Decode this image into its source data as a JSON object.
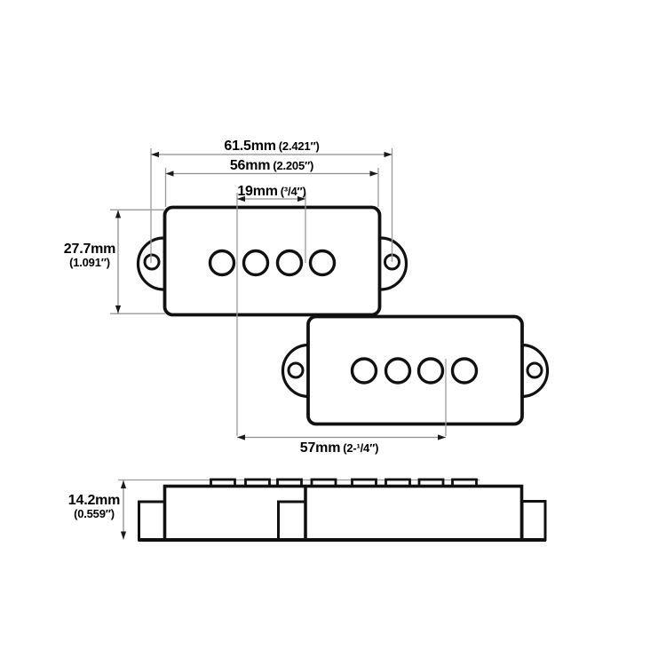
{
  "dims": {
    "width_outer": {
      "mm": "61.5mm",
      "inch": "(2.421″)"
    },
    "width_body": {
      "mm": "56mm",
      "inch": "(2.205″)"
    },
    "pole_pair_spacing": {
      "mm": "19mm",
      "inch": "(³/4″)"
    },
    "body_height": {
      "mm": "27.7mm",
      "inch": "(1.091″)"
    },
    "string_span": {
      "mm": "57mm",
      "inch": "(2-¹/4″)"
    },
    "overall_depth": {
      "mm": "14.2mm",
      "inch": "(0.559″)"
    }
  },
  "colors": {
    "outline": "#111111",
    "dimension_line": "#8f8f8f",
    "extension_line": "#9a9a9a",
    "text": "#000000",
    "background": "#ffffff"
  }
}
